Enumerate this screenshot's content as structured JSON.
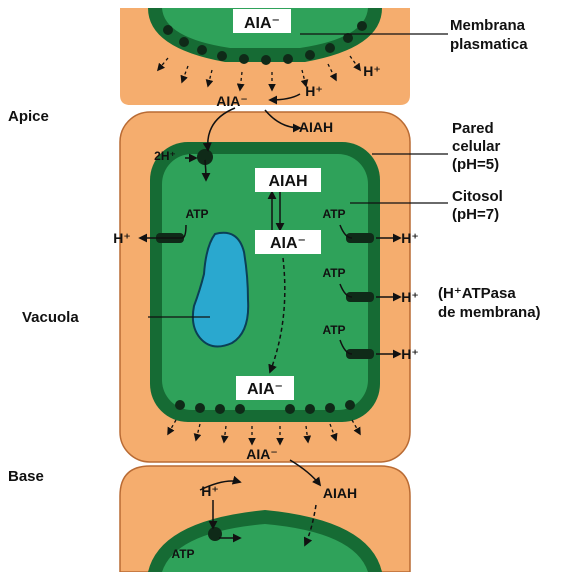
{
  "colors": {
    "cell_wall": "#f5ad6e",
    "wall_edge": "#b96b34",
    "cytosol": "#2fa25a",
    "cytosol_dark": "#166b34",
    "membrane_dot": "#0f2a18",
    "vacuole": "#2aa8cf",
    "label_box": "#ffffff"
  },
  "icons": [
    "arrow",
    "pump-dot"
  ],
  "labels": {
    "membrana_line1": "Membrana",
    "membrana_line2": "plasmatica",
    "apice": "Apice",
    "pared_line1": "Pared",
    "pared_line2": "celular",
    "pared_line3": "(pH=5)",
    "citosol_line1": "Citosol",
    "citosol_line2": "(pH=7)",
    "atpasa_line1": "(H⁺ATPasa",
    "atpasa_line2": "de membrana)",
    "vacuola": "Vacuola",
    "base": "Base"
  },
  "species": {
    "aia_anion": "AIA⁻",
    "aiah": "AIAH",
    "h_plus": "H⁺",
    "two_h_plus": "2H⁺",
    "atp": "ATP"
  }
}
